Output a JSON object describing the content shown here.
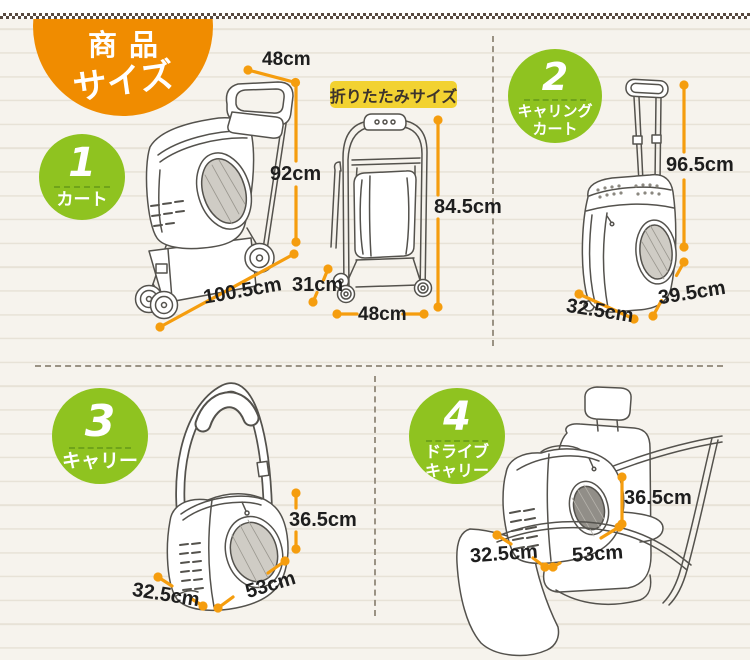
{
  "header": {
    "title_line1": "商品",
    "title_line2": "サイズ"
  },
  "folded": {
    "badge_label": "折りたたみサイズ",
    "height": "84.5cm",
    "depth": "31cm",
    "width": "48cm"
  },
  "sections": {
    "cart": {
      "number": "1",
      "label": "カート",
      "width_top": "48cm",
      "height": "92cm",
      "length": "100.5cm"
    },
    "carrying_cart": {
      "number": "2",
      "label_line1": "キャリング",
      "label_line2": "カート",
      "height": "96.5cm",
      "depth": "39.5cm",
      "width": "32.5cm"
    },
    "carry": {
      "number": "3",
      "label": "キャリー",
      "height": "36.5cm",
      "length": "53cm",
      "width": "32.5cm"
    },
    "drive_carry": {
      "number": "4",
      "label_line1": "ドライブ",
      "label_line2": "キャリー",
      "height": "36.5cm",
      "length": "53cm",
      "width": "32.5cm"
    }
  },
  "colors": {
    "accent_orange": "#F08C00",
    "dim_line_orange": "#F59D0E",
    "badge_green": "#8FC320",
    "badge_separator_green": "#6FA31A",
    "folded_badge_yellow": "#F2D231",
    "background_cream": "#F6F3ED",
    "checker_brown": "#584A40"
  }
}
